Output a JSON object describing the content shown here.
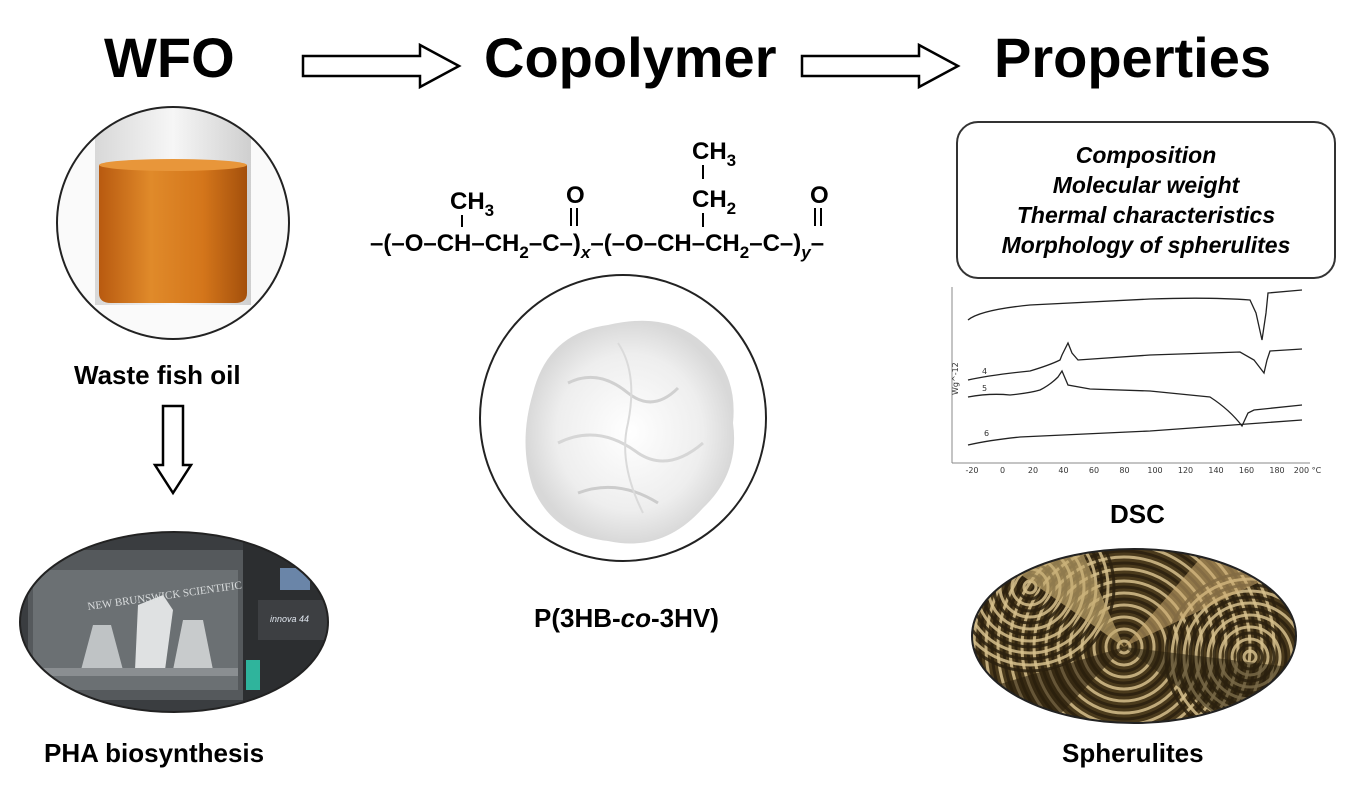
{
  "headings": {
    "left": "WFO",
    "center": "Copolymer",
    "right": "Properties"
  },
  "labels": {
    "waste_fish_oil": "Waste fish oil",
    "pha_biosynthesis": "PHA biosynthesis",
    "copolymer_prefix": "P(3HB-",
    "copolymer_italic": "co",
    "copolymer_suffix": "-3HV)",
    "dsc": "DSC",
    "spherulites": "Spherulites"
  },
  "properties_box": {
    "items": [
      "Composition",
      "Molecular weight",
      "Thermal characteristics",
      "Morphology of spherulites"
    ]
  },
  "incubator_photo": {
    "brand_text": "NEW BRUNSWICK SCIENTIFIC",
    "model_text": "innova 44"
  },
  "formula": {
    "ch3": "CH",
    "ch3_sub": "3",
    "ch2": "CH",
    "ch2_sub": "2",
    "oxygen": "O",
    "subscript_x": "x",
    "subscript_y": "y"
  },
  "dsc_chart": {
    "y_axis_label": "Wg^-1",
    "y_axis_label_suffix": "2",
    "x_ticks": [
      "-20",
      "0",
      "20",
      "40",
      "60",
      "80",
      "100",
      "120",
      "140",
      "160",
      "180",
      "200 °C"
    ],
    "curve_labels": [
      "4",
      "5",
      "6"
    ]
  },
  "colors": {
    "oil_amber": "#d97a1c",
    "arrow_stroke": "#000000",
    "powder_white": "#f2f2f2",
    "spherulite_gold": "#c9b07a"
  }
}
